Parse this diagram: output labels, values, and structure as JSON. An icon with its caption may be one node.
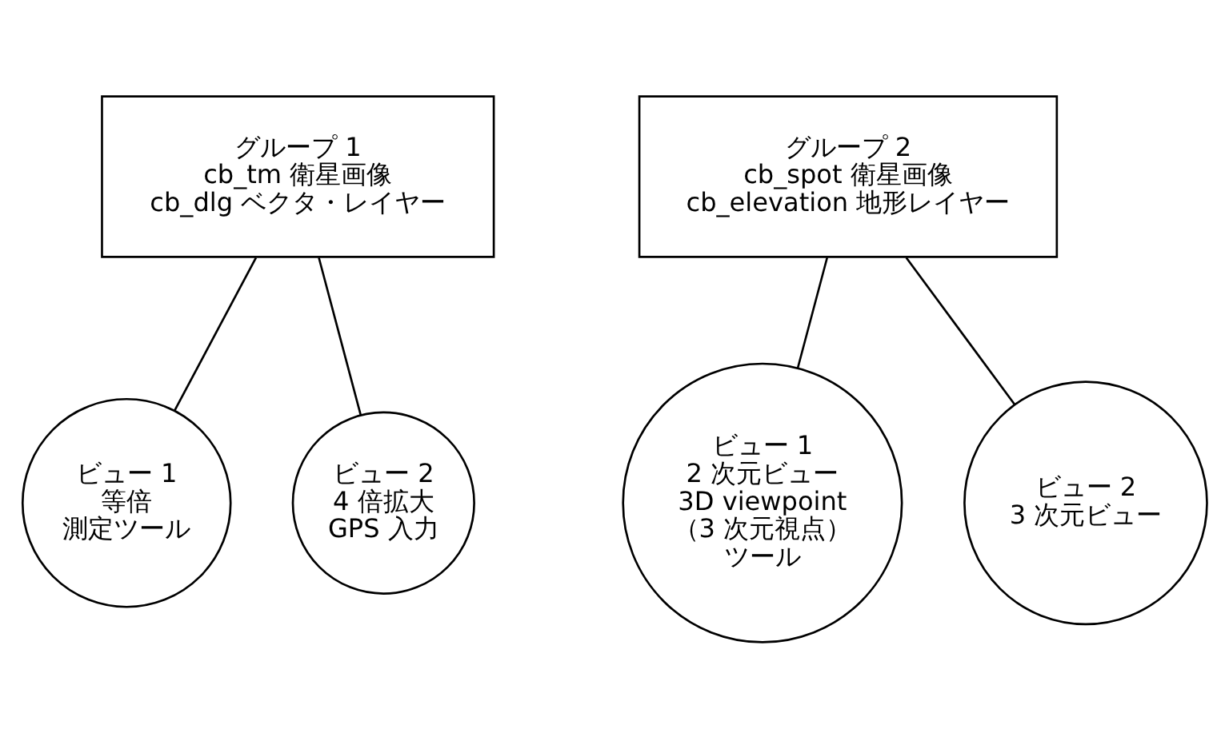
{
  "diagram": {
    "nodes": [
      {
        "text": [
          "グループ 1",
          "cb_tm 衛星画像",
          "cb_dlg ベクタ・レイヤー"
        ]
      },
      {
        "text": [
          "グループ 2",
          "cb_spot 衛星画像",
          "cb_elevation 地形レイヤー"
        ]
      },
      {
        "text": [
          "ビュー 1",
          "等倍",
          "測定ツール"
        ]
      },
      {
        "text": [
          "ビュー 2",
          "4 倍拡大",
          "GPS 入力"
        ]
      },
      {
        "text": [
          "ビュー 1",
          "2 次元ビュー",
          "3D viewpoint",
          "（3 次元視点）",
          "ツール"
        ]
      },
      {
        "text": [
          "ビュー 2",
          "3 次元ビュー"
        ]
      }
    ],
    "edges": [
      {
        "from": 0,
        "to": 2,
        "arrow": "none"
      },
      {
        "from": 0,
        "to": 3,
        "arrow": "none"
      },
      {
        "from": 1,
        "to": 4,
        "arrow": "none"
      },
      {
        "from": 1,
        "to": 5,
        "arrow": "none"
      }
    ]
  }
}
